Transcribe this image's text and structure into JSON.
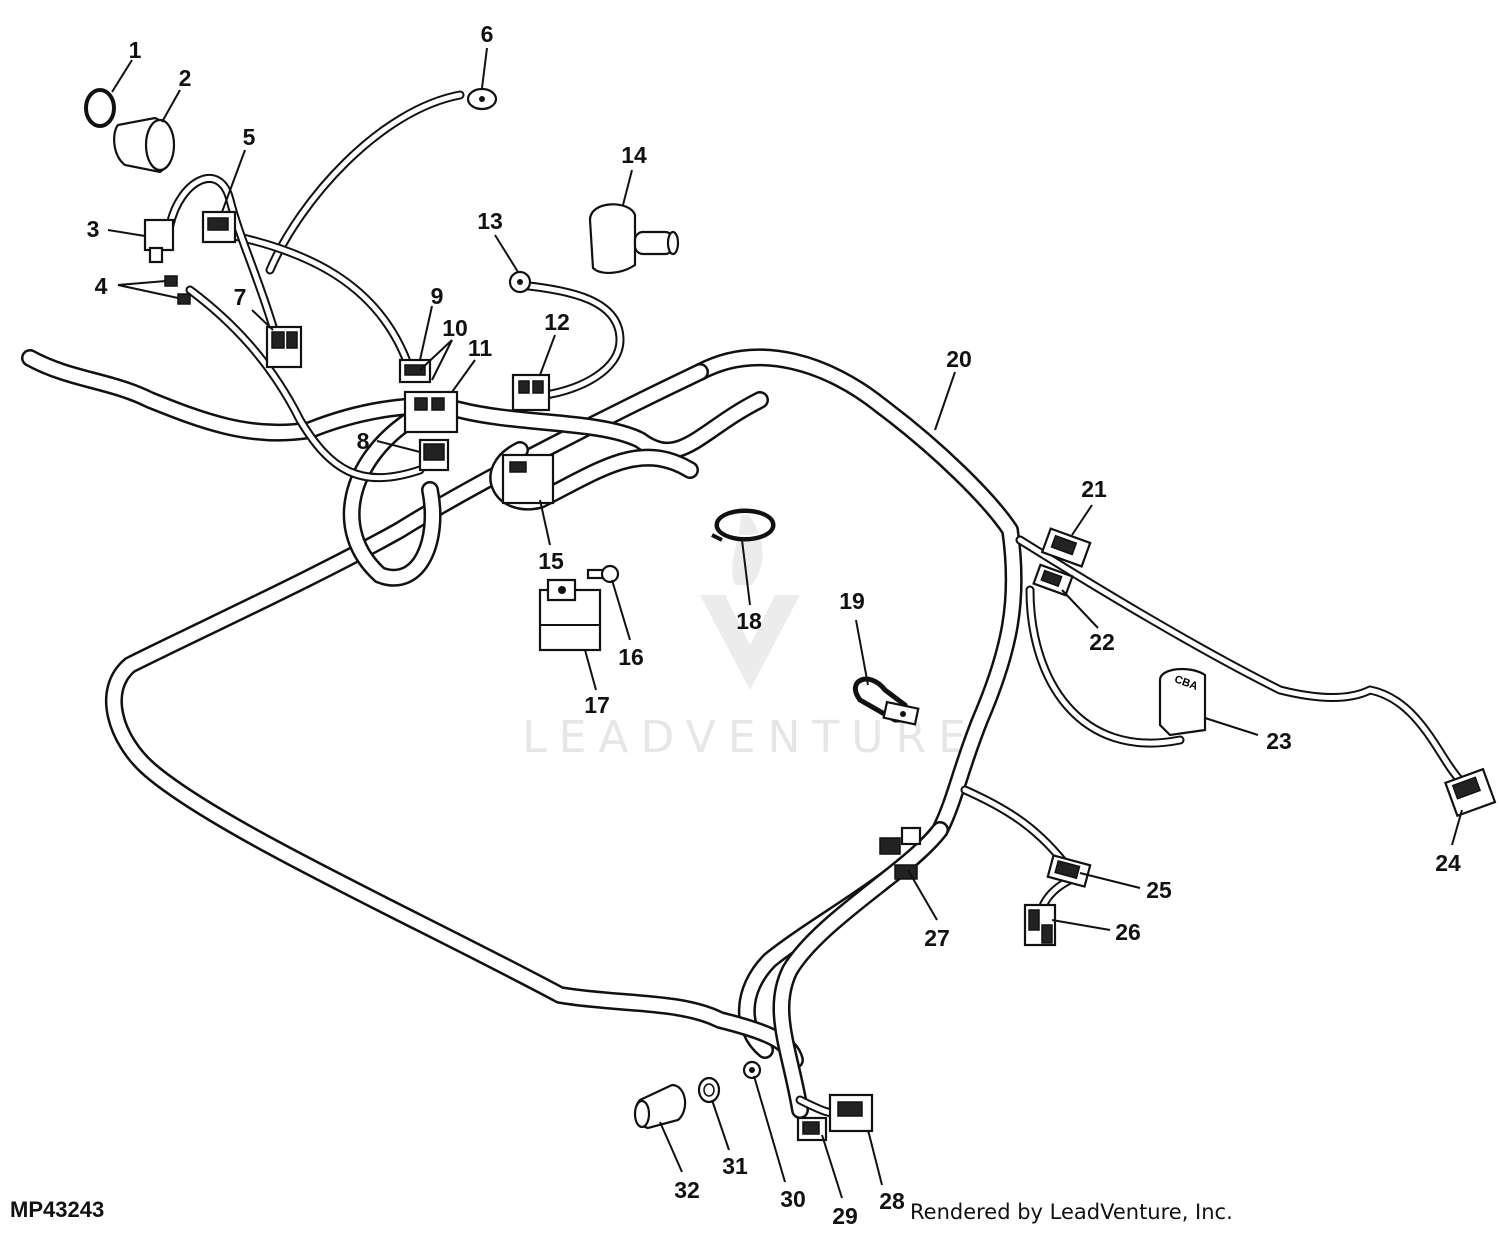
{
  "figure_id": "MP43243",
  "credit": "Rendered by LeadVenture, Inc.",
  "watermark": "LEADVENTURE",
  "callouts": [
    "1",
    "2",
    "3",
    "4",
    "5",
    "6",
    "7",
    "8",
    "9",
    "10",
    "11",
    "12",
    "13",
    "14",
    "15",
    "16",
    "17",
    "18",
    "19",
    "20",
    "21",
    "22",
    "23",
    "24",
    "25",
    "26",
    "27",
    "28",
    "29",
    "30",
    "31",
    "32"
  ],
  "part23_label": "CBA"
}
